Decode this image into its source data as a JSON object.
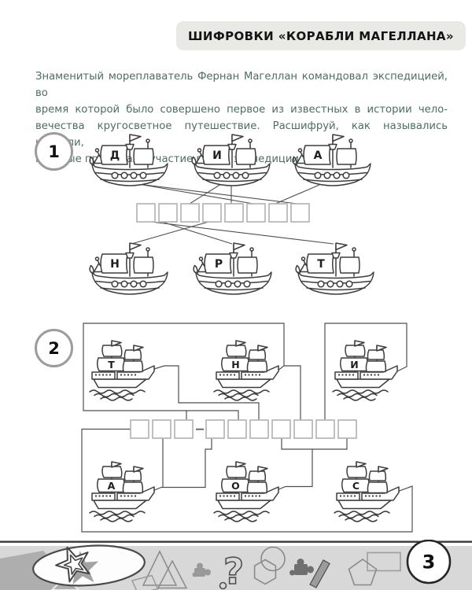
{
  "header": {
    "title": "ШИФРОВКИ «КОРАБЛИ МАГЕЛЛАНА»"
  },
  "intro": {
    "lines": [
      "Знаменитый мореплаватель Фернан Магеллан командовал экспедицией, во",
      "время которой было совершено первое из известных в истории чело-",
      "вечества кругосветное путешествие. Расшифруй, как назывались корабли,",
      "которые принимали участие в этой экспедиции."
    ]
  },
  "puzzle1": {
    "number": "1",
    "top_ships": [
      "Д",
      "И",
      "А"
    ],
    "bottom_ships": [
      "Н",
      "Р",
      "Т"
    ],
    "answer_squares": 8
  },
  "puzzle2": {
    "number": "2",
    "top_ships": [
      "Т",
      "Н",
      "И"
    ],
    "bottom_ships": [
      "А",
      "О",
      "С"
    ],
    "answer_squares_group1": 3,
    "answer_squares_group2": 7,
    "separator": "-"
  },
  "footer": {
    "page_number": "3",
    "decorations": [
      "star-ellipse",
      "triangles",
      "puzzle-piece",
      "question-mark",
      "circle-hexagon",
      "pencil-puzzle",
      "pentagon-rectangle"
    ]
  },
  "colors": {
    "header_bg": "#e9e9e6",
    "intro_text": "#4d6d66",
    "line_art": "#3d3d3d",
    "square_border": "#b5b5b5",
    "connector": "#4f4f4f",
    "footer_band": "#d8d8d8"
  }
}
